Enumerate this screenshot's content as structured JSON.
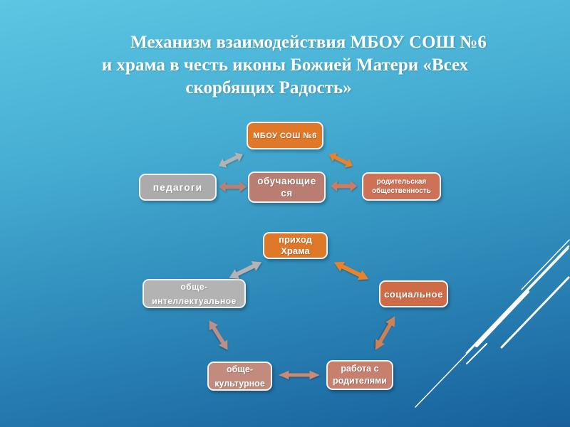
{
  "slide": {
    "title_lines": [
      "Механизм   взаимодействия  МБОУ СОШ №6",
      "и храма  в честь иконы Божией Матери «Всех",
      "скорбящих Радость»"
    ]
  },
  "diagram": {
    "nodes": {
      "school": {
        "label": "МБОУ СОШ №6",
        "color": "#e0782a"
      },
      "teachers": {
        "label": "педагоги",
        "color": "#ababab"
      },
      "students": {
        "label": "обучающие\nся",
        "color": "#b97e71"
      },
      "parents": {
        "label": "родительская\nобщественность",
        "color": "#cd7257"
      },
      "parish": {
        "label": "приход\nХрама",
        "color": "#e0782a"
      },
      "intellectual": {
        "label": "обще-\nинтеллектуальное",
        "color": "#b3b3b3"
      },
      "social": {
        "label": "социальное",
        "color": "#cd6c46"
      },
      "cultural": {
        "label": "обще-\nкультурное",
        "color": "#c28b7e"
      },
      "work_with_parents": {
        "label": "работа с\nродителями",
        "color": "#c8806e"
      }
    },
    "edges": [
      {
        "from": "school",
        "to": "teachers",
        "arrow": "double",
        "color": "#b3b3b3"
      },
      {
        "from": "school",
        "to": "parents",
        "arrow": "double",
        "color": "#e8832b"
      },
      {
        "from": "teachers",
        "to": "students",
        "arrow": "double",
        "color": "#b98076"
      },
      {
        "from": "students",
        "to": "parents",
        "arrow": "double",
        "color": "#cd7c5f"
      },
      {
        "from": "parish",
        "to": "intellectual",
        "arrow": "double",
        "color": "#b3b3b3"
      },
      {
        "from": "parish",
        "to": "social",
        "arrow": "double",
        "color": "#e8832b"
      },
      {
        "from": "intellectual",
        "to": "cultural",
        "arrow": "double",
        "color": "#bc9087"
      },
      {
        "from": "cultural",
        "to": "work_with_parents",
        "arrow": "double",
        "color": "#cb8a73"
      },
      {
        "from": "work_with_parents",
        "to": "social",
        "arrow": "double",
        "color": "#cf8156"
      }
    ]
  },
  "palette": {
    "background_top": "#5cc6e3",
    "background_bottom": "#17609c",
    "title_text": "#ffffff",
    "node_border": "#f3f3f3",
    "orange": "#e0782a",
    "gray": "#ababab",
    "rose": "#b97e71",
    "terracotta": "#cd6c46",
    "salmon": "#c8806e",
    "decor_lines": "#ffffff"
  }
}
